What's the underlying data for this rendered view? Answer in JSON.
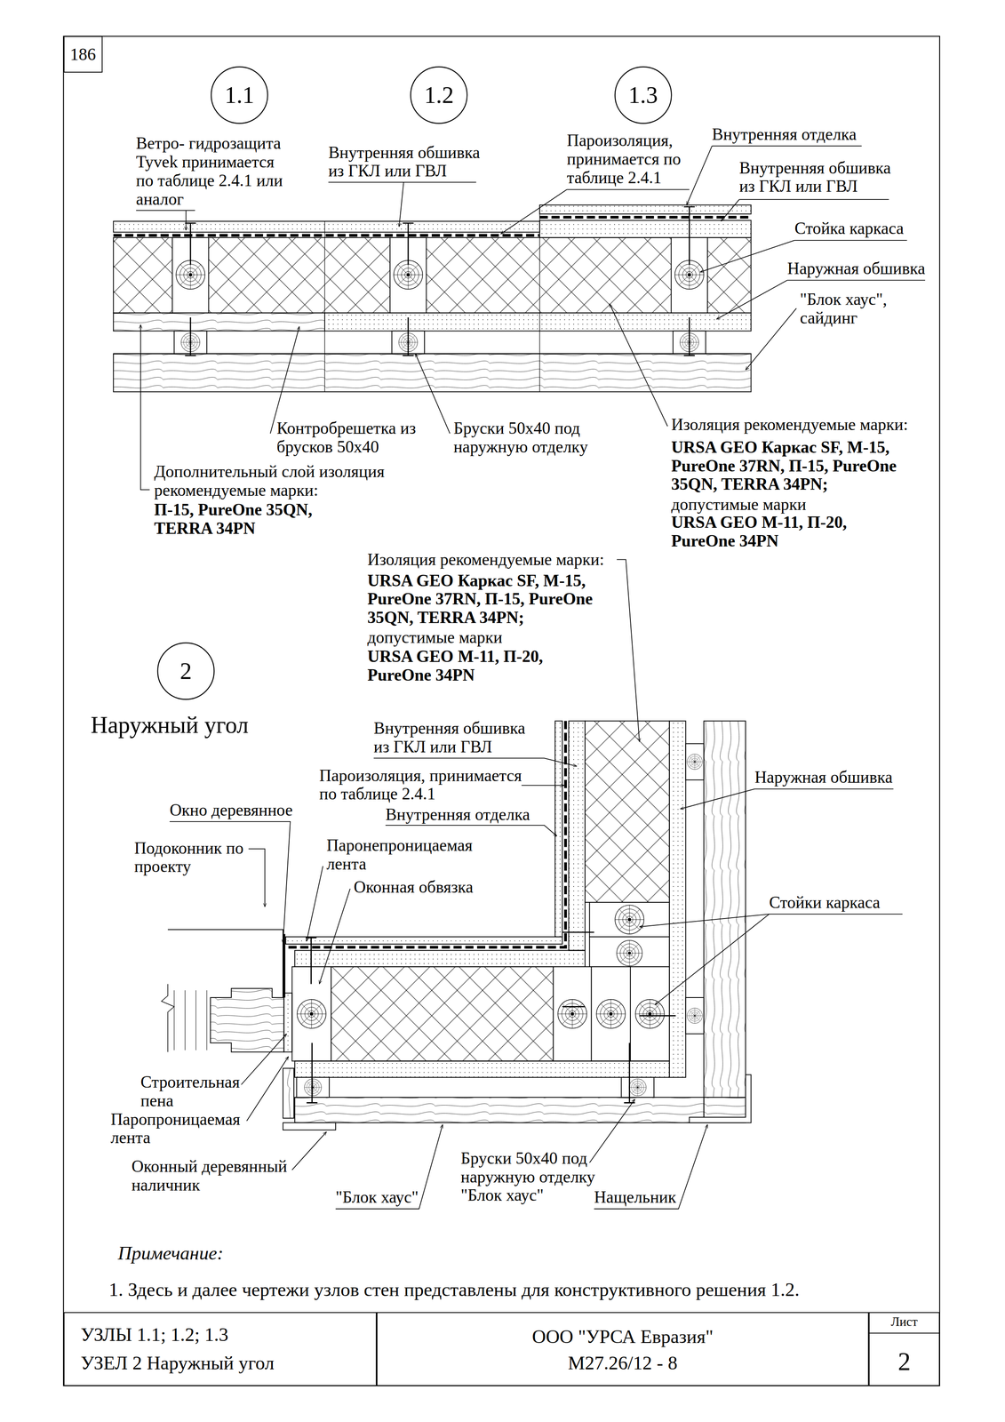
{
  "diagram": {
    "nodes": [
      {
        "text": [
          "186"
        ]
      },
      {
        "text": [
          "1.1"
        ]
      },
      {
        "text": [
          "1.2"
        ]
      },
      {
        "text": [
          "1.3"
        ]
      },
      {
        "text": [
          "2"
        ]
      },
      {
        "text": [
          "УЗЛЫ 1.1; 1.2; 1.3",
          "УЗЕЛ 2 Наружный угол"
        ]
      },
      {
        "text": [
          "ООО \"УРСА Евразия\"",
          "М27.26/12 - 8"
        ]
      },
      {
        "text": [
          "Лист",
          "2"
        ]
      }
    ],
    "labels": [
      "Ветро- гидрозащита Tyvek принимается по таблице 2.4.1 или аналог",
      "Внутренняя обшивка из ГКЛ или ГВЛ",
      "Пароизоляция, принимается по таблице 2.4.1",
      "Внутренняя отделка",
      "Внутренняя обшивка из ГКЛ или ГВЛ",
      "Стойка каркаса",
      "Наружная обшивка",
      "\"Блок хаус\", сайдинг",
      "Контробрешетка из брусков 50x40",
      "Бруски 50x40 под наружную отделку",
      "Изоляция рекомендуемые марки:",
      "URSA GEO Каркас SF, M-15, PureOne 37RN, П-15, PureOne 35QN, TERRA 34PN;",
      "допустимые марки",
      "URSA GEO M-11, П-20, PureOne 34PN",
      "Дополнительный слой изоляция рекомендуемые марки:",
      "П-15, PureOne 35QN, TERRA 34PN",
      "Изоляция рекомендуемые марки:",
      "URSA GEO Каркас SF, M-15, PureOne 37RN, П-15, PureOne 35QN, TERRA 34PN;",
      "допустимые марки",
      "URSA GEO M-11, П-20, PureOne 34PN",
      "Наружный угол",
      "Внутренняя обшивка из ГКЛ или ГВЛ",
      "Пароизоляция, принимается по таблице 2.4.1",
      "Внутренняя отделка",
      "Наружная обшивка",
      "Окно деревянное",
      "Подоконник по проекту",
      "Паронепроницаемая лента",
      "Оконная обвязка",
      "Стойки каркаса",
      "Строительная пена",
      "Паропроницаемая лента",
      "Оконный деревянный наличник",
      "\"Блок хаус\"",
      "Бруски 50x40 под наружную отделку \"Блок хаус\"",
      "Нащельник",
      "Примечание:",
      "1. Здесь и далее чертежи узлов стен представлены для конструктивного решения 1.2."
    ]
  }
}
